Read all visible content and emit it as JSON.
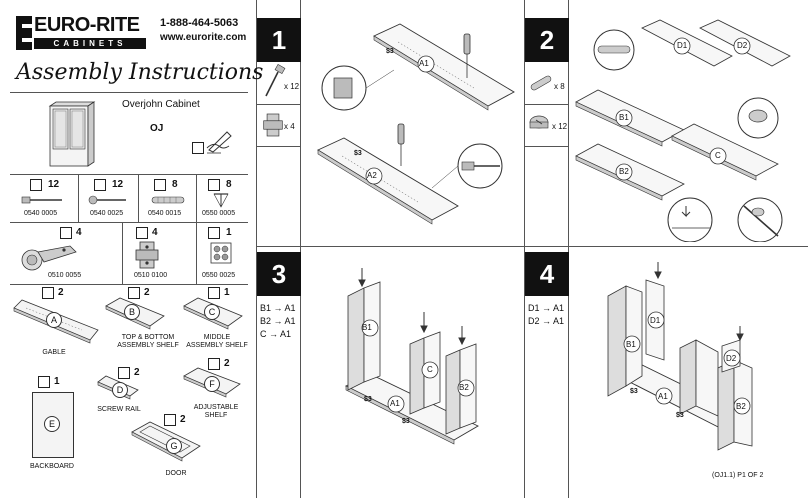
{
  "header": {
    "brand_main": "EURO-RITE",
    "brand_sub": "CABINETS",
    "phone": "1-888-464-5063",
    "website": "www.eurorite.com",
    "title": "Assembly Instructions",
    "product_name": "Overjohn Cabinet",
    "product_code": "OJ"
  },
  "hardware": [
    {
      "qty": "12",
      "code": "0540 0005",
      "icon": "cam-bolt-icon"
    },
    {
      "qty": "12",
      "code": "0540 0025",
      "icon": "screw-icon"
    },
    {
      "qty": "8",
      "code": "0540 0015",
      "icon": "dowel-icon"
    },
    {
      "qty": "8",
      "code": "0550 0005",
      "icon": "nail-icon"
    },
    {
      "qty": "4",
      "code": "0510 0055",
      "icon": "hinge-icon"
    },
    {
      "qty": "4",
      "code": "0510 0100",
      "icon": "hinge-plate-icon"
    },
    {
      "qty": "1",
      "code": "0550 0025",
      "icon": "shelf-pins-icon"
    }
  ],
  "parts": [
    {
      "qty": "2",
      "letter": "A",
      "label": "GABLE"
    },
    {
      "qty": "2",
      "letter": "B",
      "label": "TOP & BOTTOM\nASSEMBLY SHELF"
    },
    {
      "qty": "1",
      "letter": "C",
      "label": "MIDDLE\nASSEMBLY SHELF"
    },
    {
      "qty": "2",
      "letter": "D",
      "label": "SCREW RAIL"
    },
    {
      "qty": "2",
      "letter": "F",
      "label": "ADJUSTABLE\nSHELF"
    },
    {
      "qty": "1",
      "letter": "E",
      "label": "BACKBOARD"
    },
    {
      "qty": "2",
      "letter": "G",
      "label": "DOOR"
    }
  ],
  "steps": [
    {
      "number": "1",
      "hardware": [
        {
          "icon": "cam-bolt-icon",
          "qty": "x 12"
        },
        {
          "icon": "hinge-plate-icon",
          "qty": "x 4"
        }
      ]
    },
    {
      "number": "2",
      "hardware": [
        {
          "icon": "dowel-icon",
          "qty": "x 8"
        },
        {
          "icon": "cam-lock-icon",
          "qty": "x 12"
        }
      ]
    },
    {
      "number": "3",
      "assignments": [
        {
          "from": "B1",
          "to": "A1"
        },
        {
          "from": "B2",
          "to": "A1"
        },
        {
          "from": "C",
          "to": "A1"
        }
      ]
    },
    {
      "number": "4",
      "assignments": [
        {
          "from": "D1",
          "to": "A1"
        },
        {
          "from": "D2",
          "to": "A1"
        }
      ]
    }
  ],
  "panel_labels": {
    "a1": "A1",
    "a2": "A2",
    "b1": "B1",
    "b2": "B2",
    "c": "C",
    "d1": "D1",
    "d2": "D2",
    "s3": "$3"
  },
  "footer": "(OJ1.1) P1 OF 2"
}
